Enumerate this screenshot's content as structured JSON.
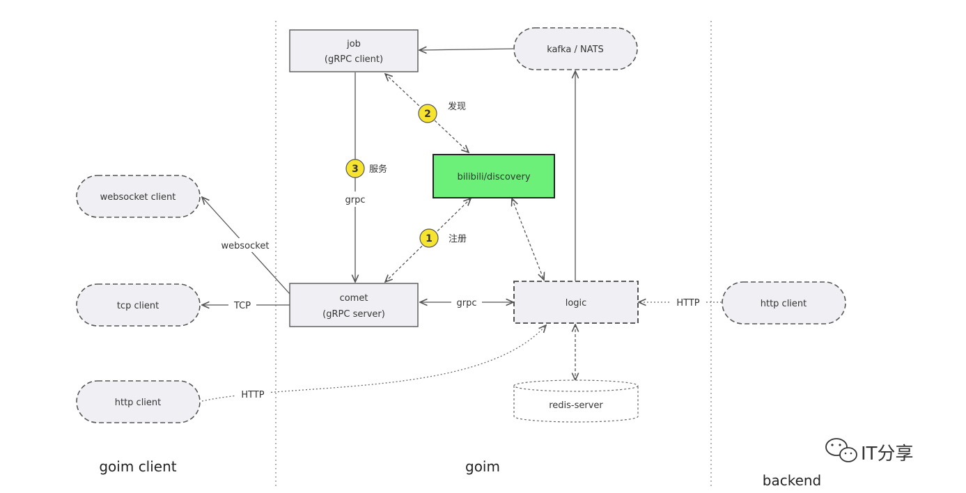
{
  "zones": {
    "client": "goim client",
    "goim": "goim",
    "backend": "backend"
  },
  "nodes": {
    "job": {
      "line1": "job",
      "line2": "(gRPC client)"
    },
    "kafka": {
      "label": "kafka / NATS"
    },
    "discovery": {
      "label": "bilibili/discovery"
    },
    "comet": {
      "line1": "comet",
      "line2": "(gRPC server)"
    },
    "logic": {
      "label": "logic"
    },
    "redis": {
      "label": "redis-server"
    },
    "websocket_client": {
      "label": "websocket client"
    },
    "tcp_client": {
      "label": "tcp client"
    },
    "http_client_left": {
      "label": "http client"
    },
    "http_client_right": {
      "label": "http client"
    }
  },
  "edges": {
    "grpc_job_comet": "grpc",
    "websocket": "websocket",
    "tcp": "TCP",
    "grpc_comet_logic": "grpc",
    "http_backend": "HTTP",
    "http_client": "HTTP"
  },
  "steps": {
    "register": {
      "num": "1",
      "label": "注册"
    },
    "discover": {
      "num": "2",
      "label": "发现"
    },
    "serve": {
      "num": "3",
      "label": "服务"
    }
  },
  "watermark": {
    "text": "IT分享"
  },
  "colors": {
    "box_fill": "#f0eff3",
    "discovery_fill": "#6cf07a",
    "step_fill": "#f7e430",
    "line": "#555555"
  }
}
